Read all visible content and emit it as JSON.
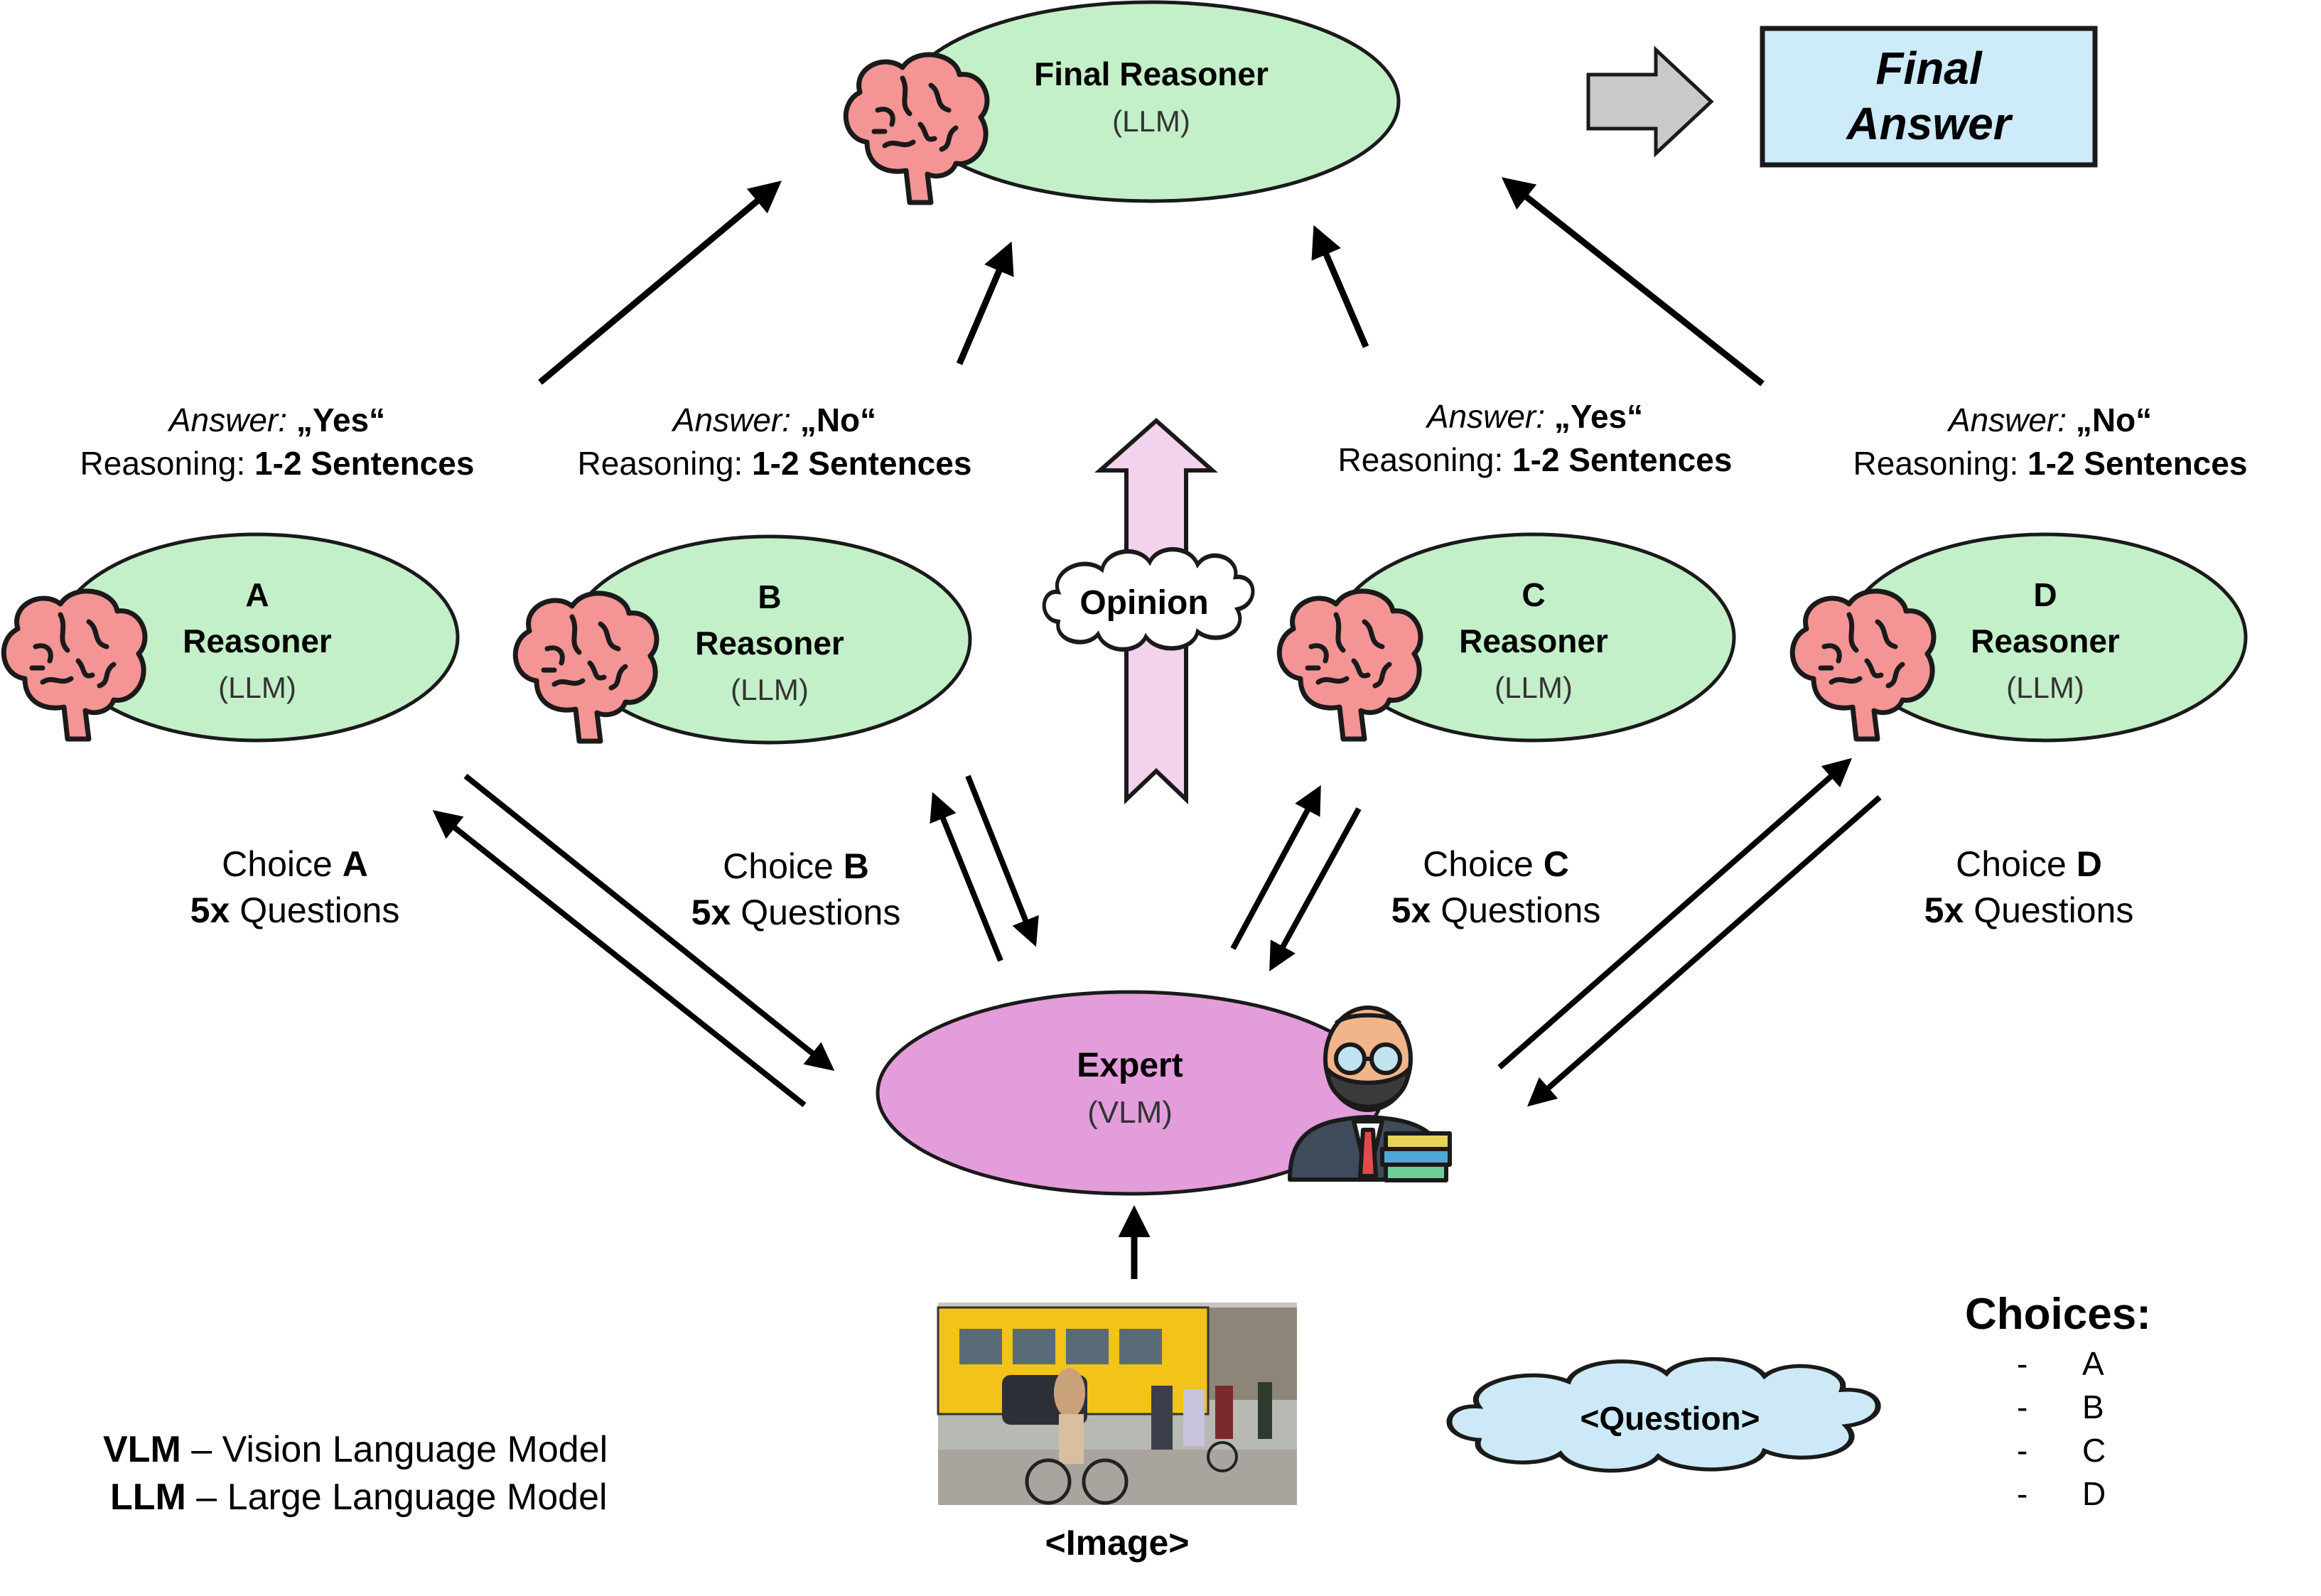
{
  "final_reasoner": {
    "title": "Final Reasoner",
    "subtitle": "(LLM)"
  },
  "final_answer": {
    "line1": "Final",
    "line2": "Answer"
  },
  "reasoners": [
    {
      "letter": "A",
      "title": "Reasoner",
      "subtitle": "(LLM)"
    },
    {
      "letter": "B",
      "title": "Reasoner",
      "subtitle": "(LLM)"
    },
    {
      "letter": "C",
      "title": "Reasoner",
      "subtitle": "(LLM)"
    },
    {
      "letter": "D",
      "title": "Reasoner",
      "subtitle": "(LLM)"
    }
  ],
  "answers": [
    {
      "answer_prefix": "Answer:",
      "answer_value": "„Yes“",
      "reasoning_prefix": "Reasoning:",
      "reasoning_value": "1-2 Sentences"
    },
    {
      "answer_prefix": "Answer:",
      "answer_value": "„No“",
      "reasoning_prefix": "Reasoning:",
      "reasoning_value": "1-2 Sentences"
    },
    {
      "answer_prefix": "Answer:",
      "answer_value": "„Yes“",
      "reasoning_prefix": "Reasoning:",
      "reasoning_value": "1-2 Sentences"
    },
    {
      "answer_prefix": "Answer:",
      "answer_value": "„No“",
      "reasoning_prefix": "Reasoning:",
      "reasoning_value": "1-2 Sentences"
    }
  ],
  "choices_labels": [
    {
      "prefix": "Choice",
      "letter": "A",
      "count": "5x",
      "suffix": "Questions"
    },
    {
      "prefix": "Choice",
      "letter": "B",
      "count": "5x",
      "suffix": "Questions"
    },
    {
      "prefix": "Choice",
      "letter": "C",
      "count": "5x",
      "suffix": "Questions"
    },
    {
      "prefix": "Choice",
      "letter": "D",
      "count": "5x",
      "suffix": "Questions"
    }
  ],
  "opinion": "Opinion",
  "expert": {
    "title": "Expert",
    "subtitle": "(VLM)"
  },
  "image_label": "<Image>",
  "question_label": "<Question>",
  "choices_list": {
    "title": "Choices:",
    "dash": "-",
    "items": [
      "A",
      "B",
      "C",
      "D"
    ]
  },
  "legend": [
    {
      "abbr": "VLM",
      "text": "– Vision Language Model"
    },
    {
      "abbr": "LLM",
      "text": "– Large Language Model"
    }
  ],
  "colors": {
    "reasoner_fill": "#c3efc9",
    "expert_fill": "#e39ddb",
    "answer_box_fill": "#cdebf8",
    "cloud_fill": "#cde9f7",
    "opinion_arrow_fill": "#f3d2ee",
    "brain_fill": "#f59494",
    "arrow_gray": "#c9c9c9"
  }
}
